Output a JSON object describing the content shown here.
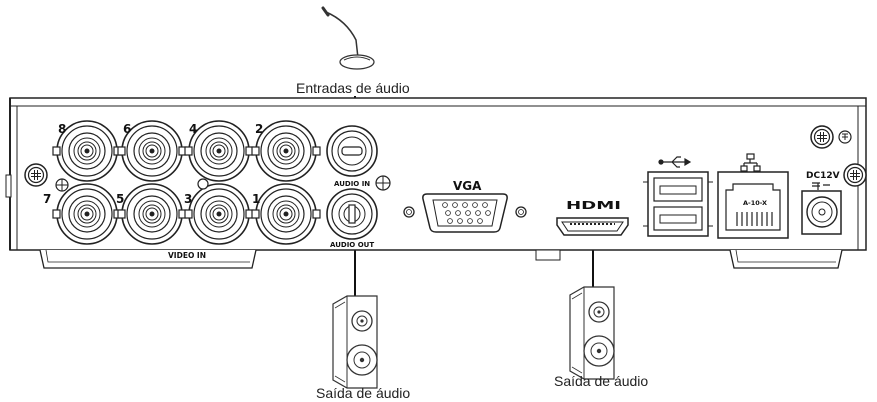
{
  "callouts": {
    "audio_inputs": "Entradas de áudio",
    "audio_output": "Saída de áudio",
    "hdmi_output": "Saída de áudio"
  },
  "panel_labels": {
    "video_in": "VIDEO IN",
    "audio_in": "AUDIO IN",
    "audio_out": "AUDIO OUT",
    "vga": "VGA",
    "hdmi": "HDMI",
    "dc": "DC12V",
    "lan": "A-10-X"
  },
  "bnc_numbers": {
    "top": [
      "8",
      "6",
      "4",
      "2"
    ],
    "bottom": [
      "7",
      "5",
      "3",
      "1"
    ]
  },
  "icons": [
    "microphone-icon",
    "speaker-icon",
    "usb-icon",
    "network-icon",
    "ground-icon",
    "dc-polarity-icon",
    "screw-icon"
  ]
}
